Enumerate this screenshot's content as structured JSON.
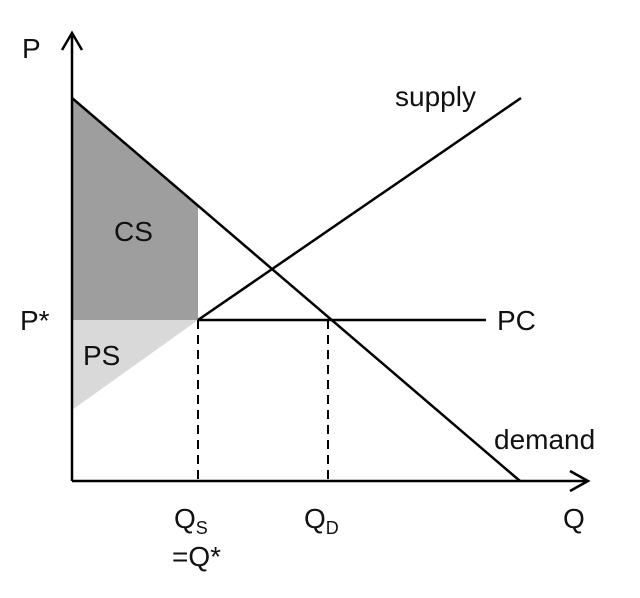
{
  "axes": {
    "y_label": "P",
    "x_label": "Q"
  },
  "price_label": "P*",
  "curves": {
    "supply": "supply",
    "demand": "demand",
    "price_control": "PC"
  },
  "areas": {
    "consumer_surplus": "CS",
    "producer_surplus": "PS"
  },
  "quantities": {
    "qs_main": "Q",
    "qs_sub": "S",
    "qs_note": "=Q*",
    "qd_main": "Q",
    "qd_sub": "D"
  },
  "colors": {
    "cs_fill": "#9e9e9e",
    "ps_fill": "#d9d9d9",
    "line": "#000000"
  }
}
